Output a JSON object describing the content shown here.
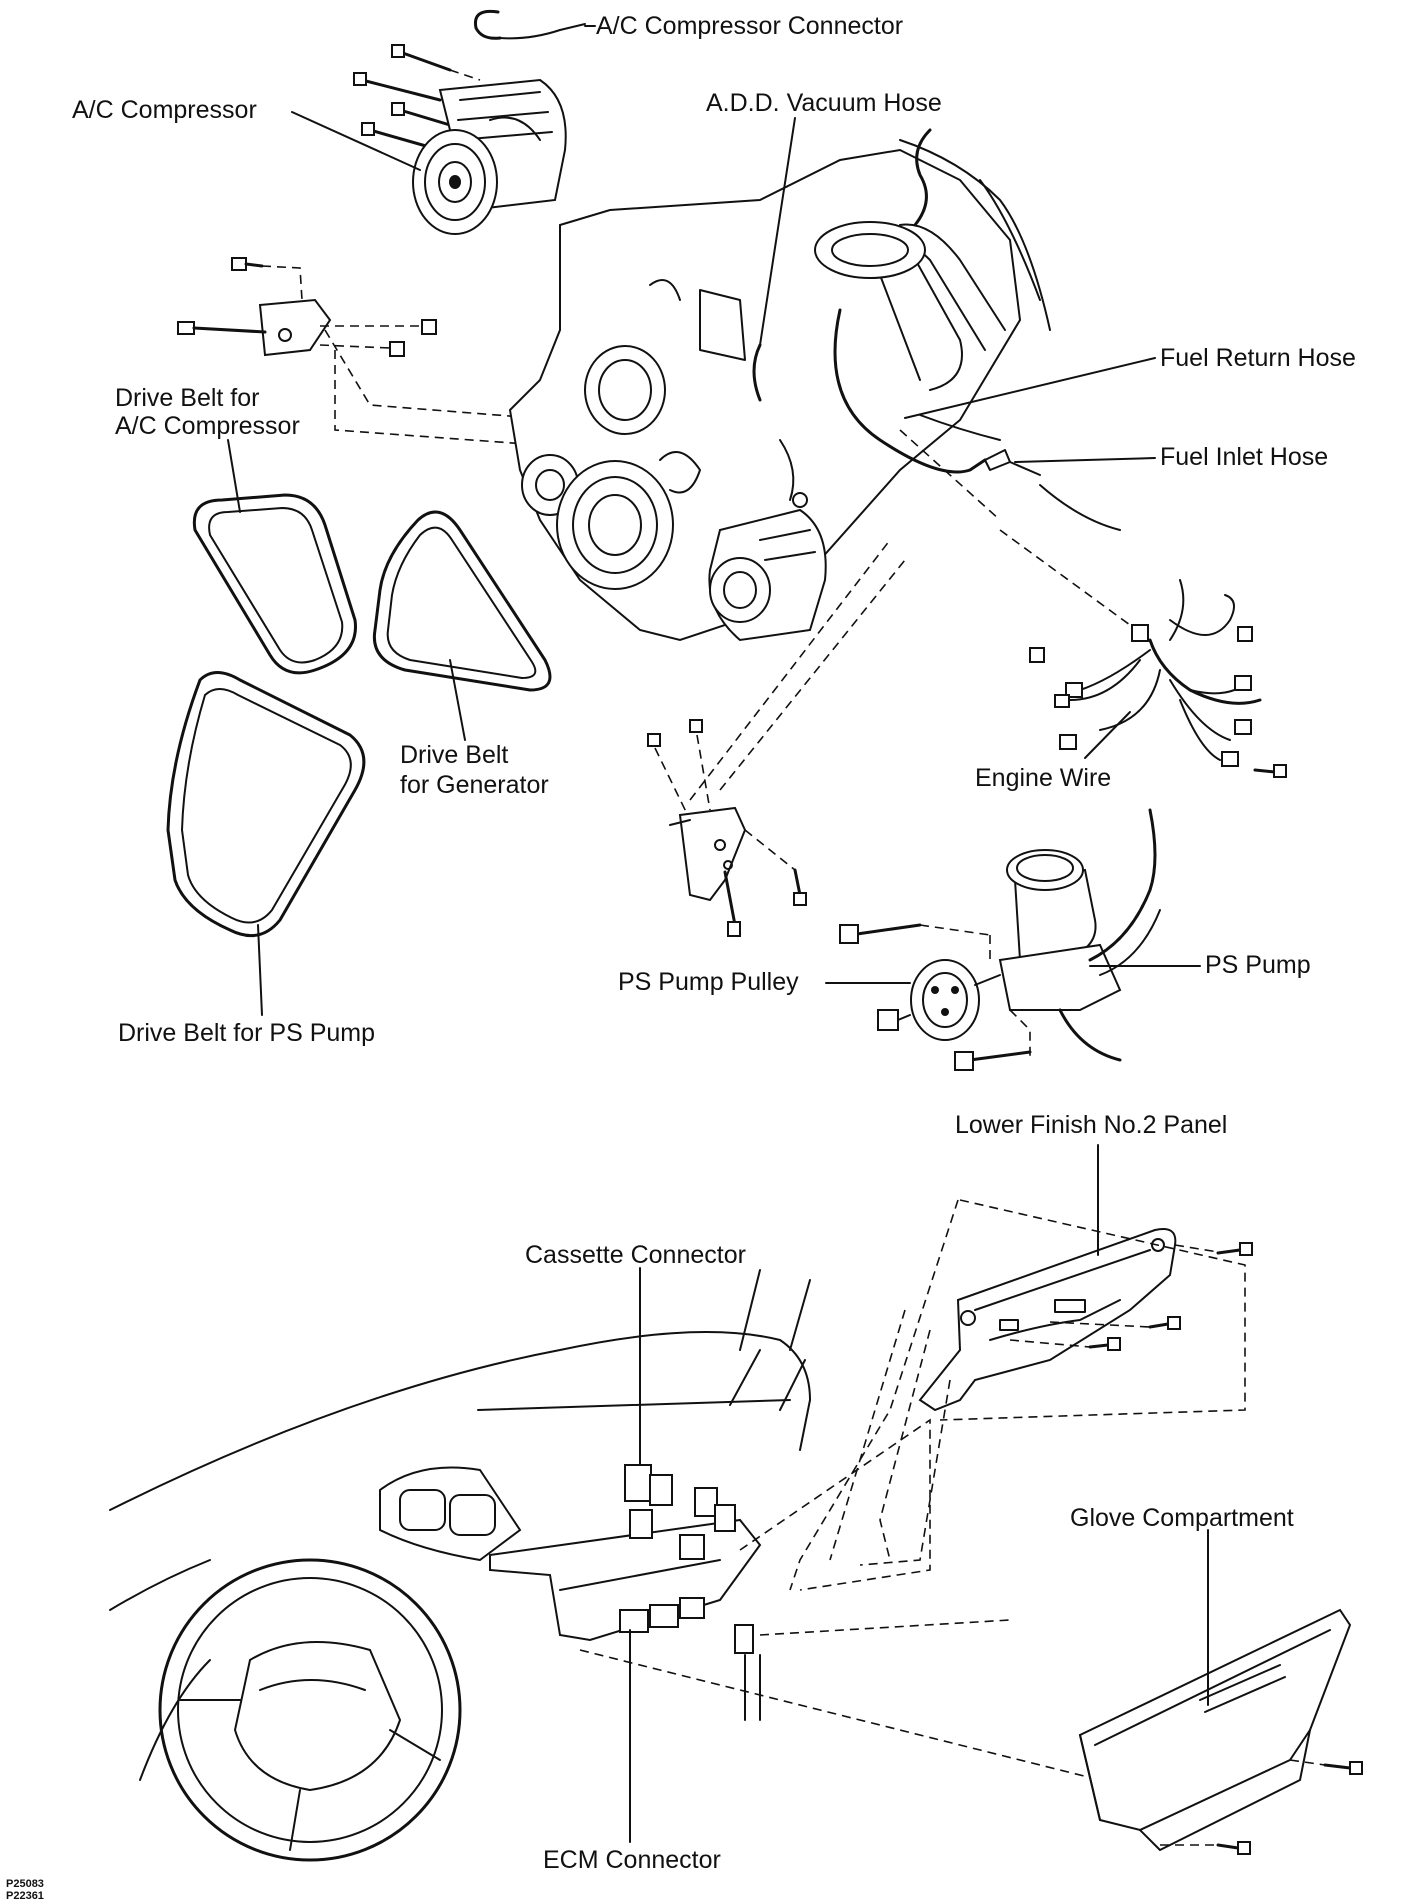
{
  "labels": {
    "ac_compressor_connector": "A/C Compressor Connector",
    "ac_compressor": "A/C Compressor",
    "add_vacuum_hose": "A.D.D. Vacuum Hose",
    "fuel_return_hose": "Fuel Return Hose",
    "fuel_inlet_hose": "Fuel Inlet Hose",
    "drive_belt_ac_line1": "Drive Belt for",
    "drive_belt_ac_line2": "A/C Compressor",
    "drive_belt_gen_line1": "Drive Belt",
    "drive_belt_gen_line2": "for Generator",
    "drive_belt_ps": "Drive Belt for PS Pump",
    "engine_wire": "Engine Wire",
    "ps_pump_pulley": "PS Pump Pulley",
    "ps_pump": "PS Pump",
    "lower_finish_panel": "Lower Finish No.2 Panel",
    "cassette_connector": "Cassette Connector",
    "glove_compartment": "Glove Compartment",
    "ecm_connector": "ECM Connector"
  },
  "figure_refs": [
    "P25083",
    "P22361"
  ]
}
